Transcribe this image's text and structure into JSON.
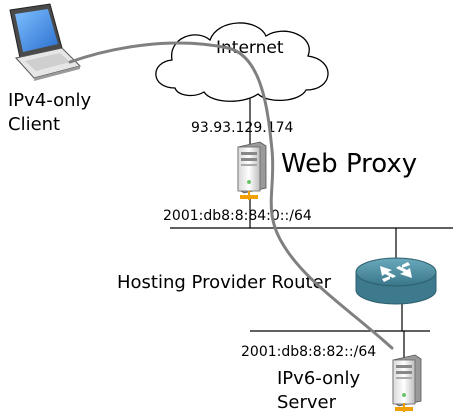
{
  "nodes": {
    "client": {
      "line1": "IPv4-only",
      "line2": "Client"
    },
    "cloud": {
      "label": "Internet"
    },
    "proxy": {
      "label": "Web Proxy",
      "ipv4_address": "93.93.129.174"
    },
    "router": {
      "label": "Hosting Provider Router"
    },
    "server": {
      "line1": "IPv6-only",
      "line2": "Server"
    }
  },
  "networks": {
    "proxy_subnet": "2001:db8:8:84:0::/64",
    "server_subnet": "2001:db8:8:82::/64"
  },
  "icons": {
    "client": "laptop-icon",
    "proxy": "server-tower-icon",
    "router": "router-icon",
    "server": "server-tower-icon",
    "cloud": "cloud-icon"
  },
  "colors": {
    "laptop_screen": "#3f8fe6",
    "router_body": "#4f8ea3",
    "connector": "#f0a000",
    "line": "#000000",
    "path": "#808080"
  }
}
